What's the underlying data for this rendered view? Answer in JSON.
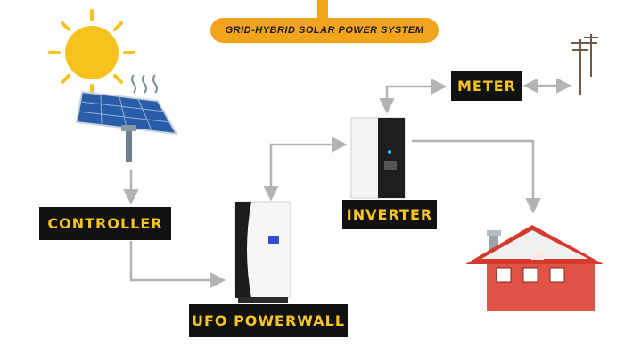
{
  "title": "GRID-HYBRID SOLAR POWER SYSTEM",
  "nodes": {
    "controller": "CONTROLLER",
    "powerwall": "UFO POWERWALL",
    "inverter": "INVERTER",
    "meter": "METER"
  },
  "colors": {
    "accent": "#f2a41c",
    "label_bg": "#111111",
    "label_text": "#f7c51e",
    "arrow": "#b3b3b3",
    "sun": "#f7c21d",
    "panel": "#2a5da8",
    "roof": "#d63a2e",
    "house": "#e05346"
  },
  "icons": [
    "sun-icon",
    "solar-panel-icon",
    "heat-waves-icon",
    "powerwall-battery-icon",
    "inverter-icon",
    "utility-pole-icon",
    "house-icon"
  ]
}
